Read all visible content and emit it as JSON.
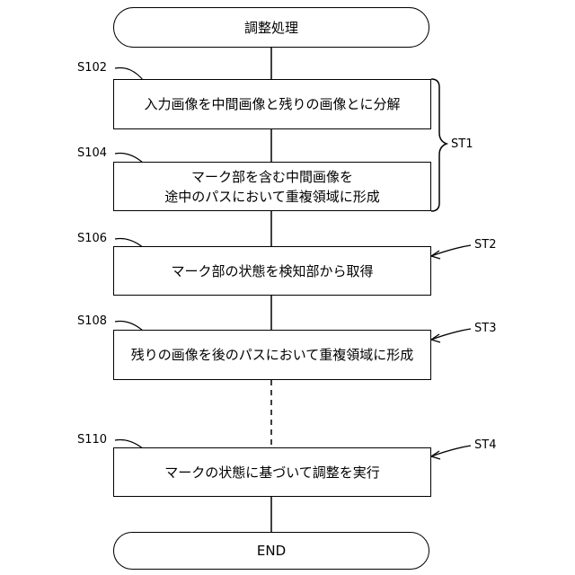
{
  "flow": {
    "start": "調整処理",
    "end": "END",
    "steps": [
      {
        "id": "S102",
        "text": "入力画像を中間画像と残りの画像とに分解"
      },
      {
        "id": "S104",
        "text": "マーク部を含む中間画像を\n途中のパスにおいて重複領域に形成"
      },
      {
        "id": "S106",
        "text": "マーク部の状態を検知部から取得"
      },
      {
        "id": "S108",
        "text": "残りの画像を後のパスにおいて重複領域に形成"
      },
      {
        "id": "S110",
        "text": "マークの状態に基づいて調整を実行"
      }
    ]
  },
  "groups": [
    {
      "label": "ST1",
      "marker": "brace"
    },
    {
      "label": "ST2",
      "marker": "arrow"
    },
    {
      "label": "ST3",
      "marker": "arrow"
    },
    {
      "label": "ST4",
      "marker": "arrow"
    }
  ],
  "colors": {
    "line": "#000000",
    "background": "#ffffff"
  }
}
